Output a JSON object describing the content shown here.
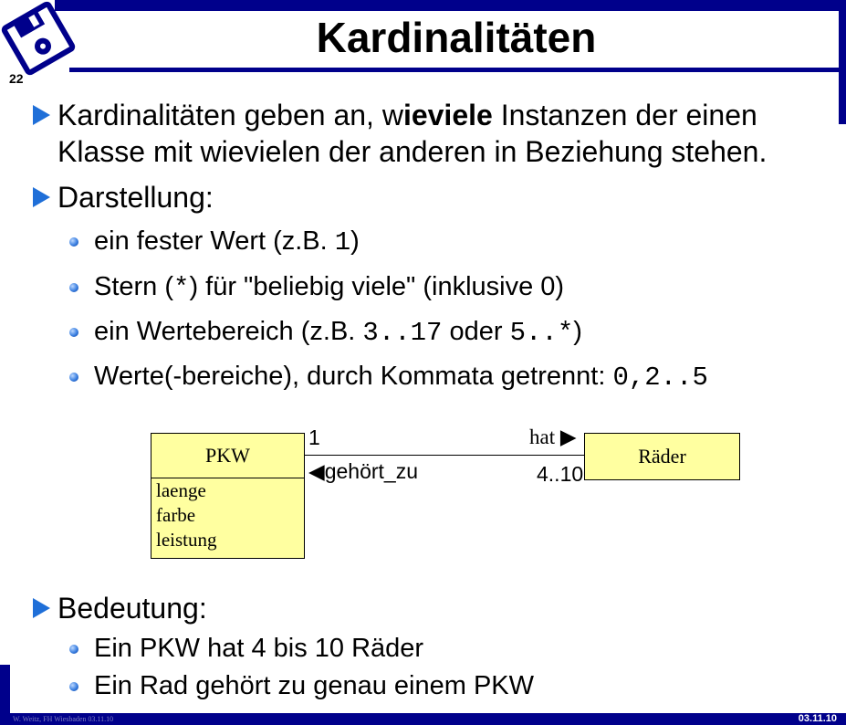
{
  "slide": {
    "number": "22",
    "title": "Kardinalitäten",
    "footer_left": "W. Weitz, FH Wiesbaden 03.11.10",
    "footer_date": "03.11.10"
  },
  "bullets": {
    "b1": {
      "part1": "Kardinalitäten geben an, w",
      "bold": "ieviele",
      "part2": " Instanzen der einen",
      "line2": "Klasse mit wievielen der anderen in Beziehung stehen."
    },
    "b2": {
      "label": "Darstellung:",
      "items": {
        "i1": {
          "text": "ein fester Wert (z.B. ",
          "code": "1",
          "end": ")"
        },
        "i2": {
          "text": "Stern (",
          "code": "*",
          "end": ") für \"beliebig viele\" (inklusive 0)"
        },
        "i3": {
          "text": "ein Wertebereich (z.B. ",
          "code1": "3..17",
          "mid": " oder ",
          "code2": "5..*",
          "end": ")"
        },
        "i4": {
          "text": "Werte(-bereiche), durch Kommata getrennt: ",
          "code": "0,2..5"
        }
      }
    },
    "b3": {
      "label": "Bedeutung:",
      "items": {
        "i1": "Ein PKW hat 4 bis 10 Räder",
        "i2": "Ein Rad gehört zu genau einem PKW"
      }
    }
  },
  "diagram": {
    "class_pkw": {
      "name": "PKW",
      "attributes": [
        "laenge",
        "farbe",
        "leistung"
      ]
    },
    "class_raeder": {
      "name": "Räder"
    },
    "association": {
      "mult_pkw": "1",
      "mult_raeder": "4..10",
      "role_forward": "hat ▶",
      "role_backward": "◀gehört_zu"
    }
  },
  "colors": {
    "frame": "#00008b",
    "class_fill": "#ffffa0",
    "bullet": "#1f6fd8"
  }
}
